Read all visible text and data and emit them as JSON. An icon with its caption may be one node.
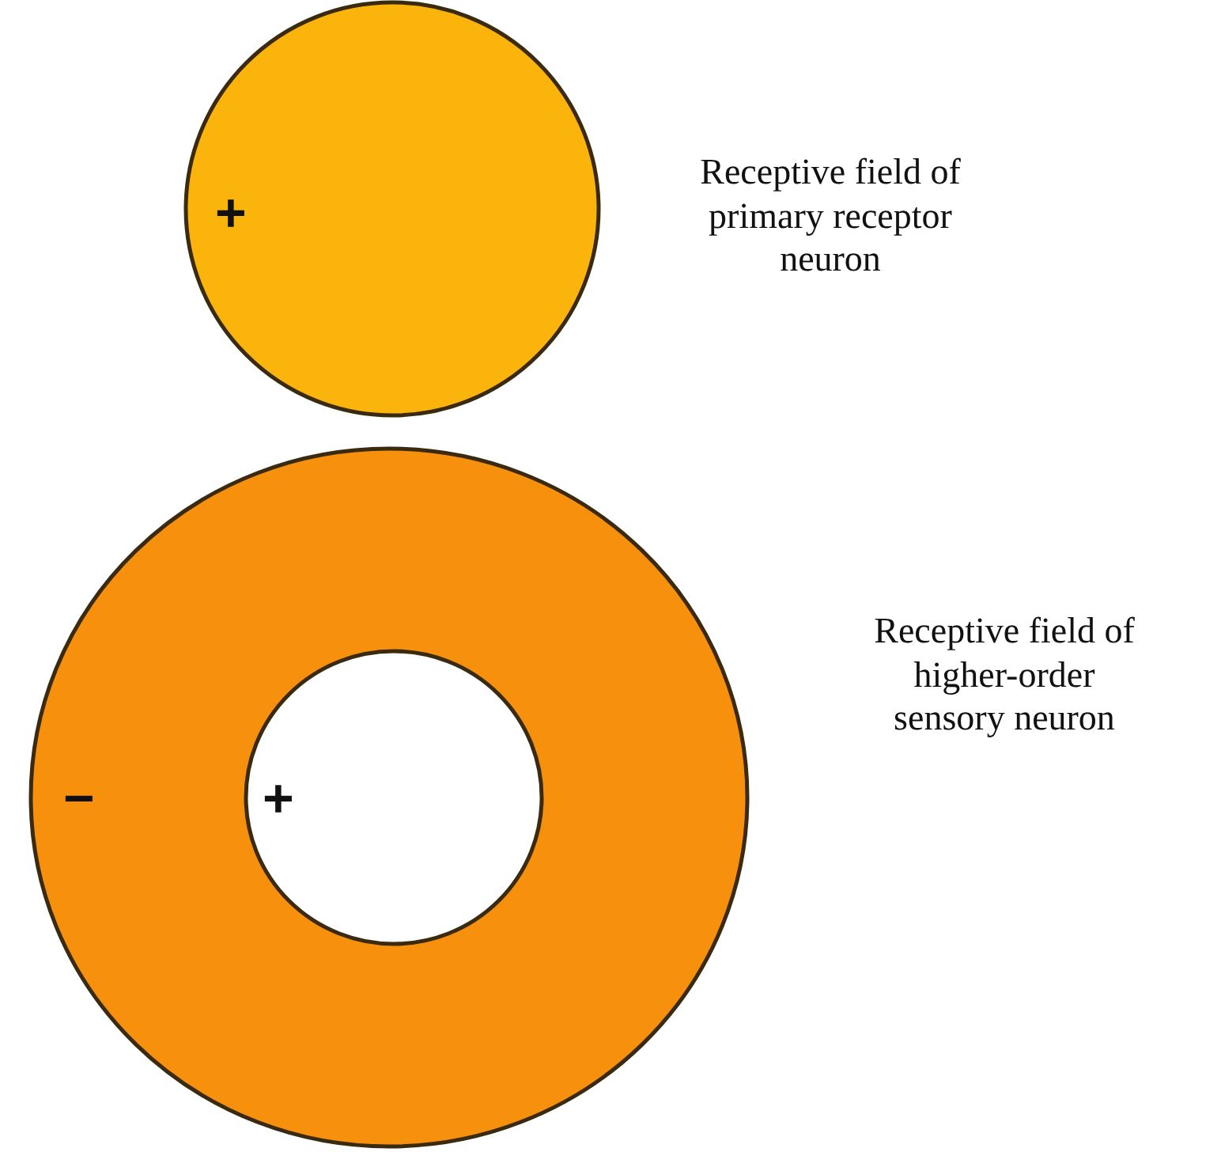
{
  "diagram": {
    "nodes": [
      {
        "text": [
          "+"
        ],
        "beside": [
          "Receptive field of primary receptor neuron"
        ]
      },
      {
        "text": [
          "−"
        ],
        "beside": [
          "Receptive field of higher-order sensory neuron"
        ]
      },
      {
        "text": [
          "+"
        ],
        "in": 1
      }
    ]
  }
}
